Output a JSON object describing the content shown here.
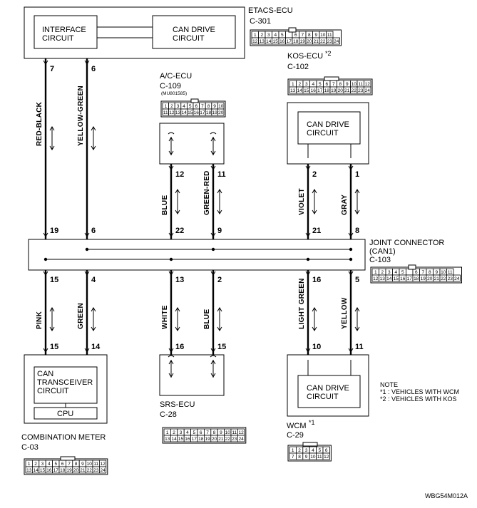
{
  "etacs": {
    "name": "ETACS-ECU",
    "connector": "C-301",
    "interface": [
      "INTERFACE",
      "CIRCUIT"
    ],
    "can_drive": [
      "CAN DRIVE",
      "CIRCUIT"
    ]
  },
  "ac": {
    "name": "A/C-ECU",
    "connector": "C-109",
    "part": "(MU801585)"
  },
  "kos": {
    "name": "KOS-ECU",
    "mark": "*2",
    "connector": "C-102",
    "can_drive": [
      "CAN DRIVE",
      "CIRCUIT"
    ]
  },
  "joint": {
    "name": "JOINT CONNECTOR",
    "sub": "(CAN1)",
    "connector": "C-103"
  },
  "meter": {
    "name": "COMBINATION METER",
    "connector": "C-03",
    "transceiver": [
      "CAN",
      "TRANSCEIVER",
      "CIRCUIT"
    ],
    "cpu": "CPU"
  },
  "srs": {
    "name": "SRS-ECU",
    "connector": "C-28"
  },
  "wcm": {
    "name": "WCM",
    "mark": "*1",
    "connector": "C-29",
    "can_drive": [
      "CAN DRIVE",
      "CIRCUIT"
    ]
  },
  "note": {
    "title": "NOTE",
    "lines": [
      "*1 : VEHICLES WITH WCM",
      "*2 : VEHICLES WITH KOS"
    ]
  },
  "code": "WBG54M012A",
  "wires": [
    {
      "top_pin": "7",
      "color": "RED-BLACK",
      "joint_top": "19",
      "joint_bottom": "15",
      "bottom_color": "PINK",
      "bottom_pin": "15"
    },
    {
      "top_pin": "6",
      "color": "YELLOW-GREEN",
      "joint_top": "6",
      "joint_bottom": "4",
      "bottom_color": "GREEN",
      "bottom_pin": "14"
    },
    {
      "top_pin": "12",
      "color": "BLUE",
      "joint_top": "22",
      "joint_bottom": "13",
      "bottom_color": "WHITE",
      "bottom_pin": "16"
    },
    {
      "top_pin": "11",
      "color": "GREEN-RED",
      "joint_top": "9",
      "joint_bottom": "2",
      "bottom_color": "BLUE",
      "bottom_pin": "15"
    },
    {
      "top_pin": "2",
      "color": "VIOLET",
      "joint_top": "21",
      "joint_bottom": "16",
      "bottom_color": "LIGHT GREEN",
      "bottom_pin": "10"
    },
    {
      "top_pin": "1",
      "color": "GRAY",
      "joint_top": "8",
      "joint_bottom": "5",
      "bottom_color": "YELLOW",
      "bottom_pin": "11"
    }
  ],
  "connectors": {
    "c301_top": [
      "1",
      "2",
      "3",
      "4",
      "5",
      "",
      "6",
      "7",
      "8",
      "9",
      "10",
      "11"
    ],
    "c301_bottom": [
      "12",
      "13",
      "14",
      "15",
      "16",
      "17",
      "18",
      "19",
      "20",
      "21",
      "22",
      "23",
      "24"
    ],
    "c102_top": [
      "1",
      "2",
      "3",
      "4",
      "5",
      "6",
      "7",
      "8",
      "9",
      "10",
      "11",
      "12"
    ],
    "c102_bottom": [
      "13",
      "14",
      "15",
      "16",
      "17",
      "18",
      "19",
      "20",
      "21",
      "22",
      "23",
      "24"
    ],
    "c109_top": [
      "1",
      "2",
      "3",
      "4",
      "5",
      "6",
      "7",
      "8",
      "9",
      "10"
    ],
    "c109_bottom": [
      "11",
      "12",
      "13",
      "14",
      "15",
      "16",
      "17",
      "18",
      "19",
      "20"
    ],
    "c103_top": [
      "1",
      "2",
      "3",
      "4",
      "5",
      "",
      "6",
      "7",
      "8",
      "9",
      "10",
      "11"
    ],
    "c103_bottom": [
      "12",
      "13",
      "14",
      "15",
      "16",
      "17",
      "18",
      "19",
      "20",
      "21",
      "22",
      "23",
      "24"
    ],
    "c03_top": [
      "1",
      "2",
      "3",
      "4",
      "5",
      "6",
      "7",
      "8",
      "9",
      "10",
      "11",
      "12"
    ],
    "c03_bottom": [
      "13",
      "14",
      "15",
      "16",
      "17",
      "18",
      "19",
      "20",
      "21",
      "22",
      "23",
      "24"
    ],
    "c28_top": [
      "1",
      "2",
      "3",
      "4",
      "5",
      "6",
      "7",
      "8",
      "9",
      "10",
      "11",
      "12"
    ],
    "c28_bottom": [
      "13",
      "14",
      "15",
      "16",
      "17",
      "18",
      "19",
      "20",
      "21",
      "22",
      "23",
      "24"
    ],
    "c29_top": [
      "1",
      "2",
      "3",
      "4",
      "5",
      "6"
    ],
    "c29_bottom": [
      "7",
      "8",
      "9",
      "10",
      "11",
      "12"
    ]
  }
}
